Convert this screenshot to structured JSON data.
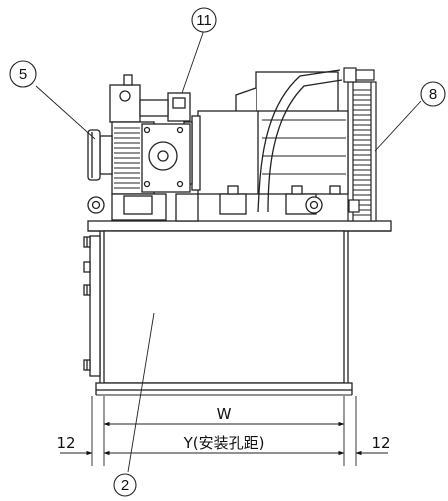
{
  "callouts": {
    "balloon_5": "5",
    "balloon_11": "11",
    "balloon_8": "8",
    "balloon_2": "2"
  },
  "dimensions": {
    "width_label": "W",
    "mounting_span_label": "Y(安装孔距)",
    "left_offset": "12",
    "right_offset": "12"
  }
}
